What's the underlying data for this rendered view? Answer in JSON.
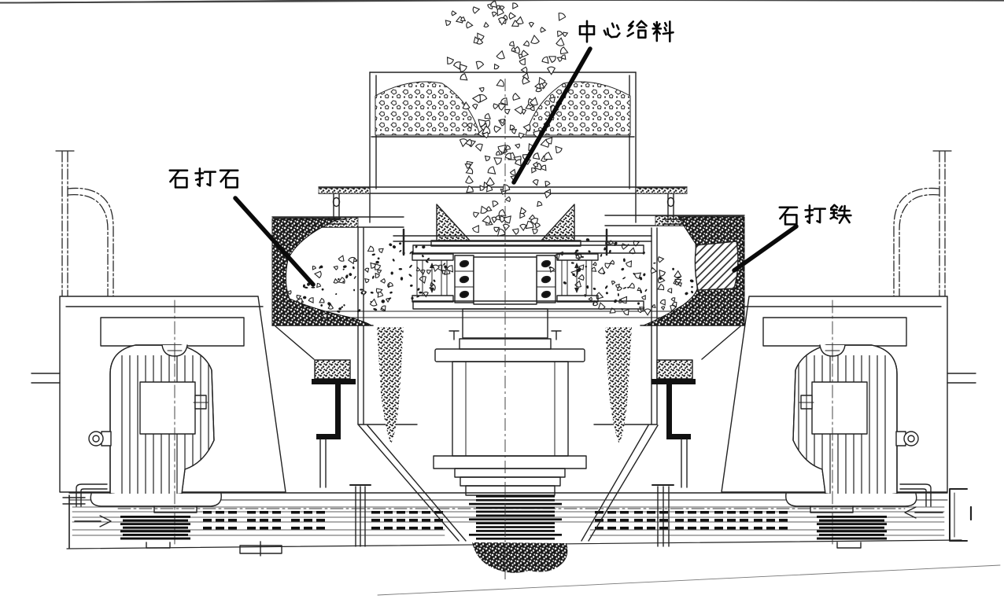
{
  "labels": {
    "center_feed": "中心给料",
    "rock_on_rock": "石打石",
    "rock_on_iron": "石打铁"
  },
  "colors": {
    "ink": "#222222",
    "label_ink": "#050505",
    "leader": "#0a0a0a",
    "paper": "#ffffff"
  }
}
